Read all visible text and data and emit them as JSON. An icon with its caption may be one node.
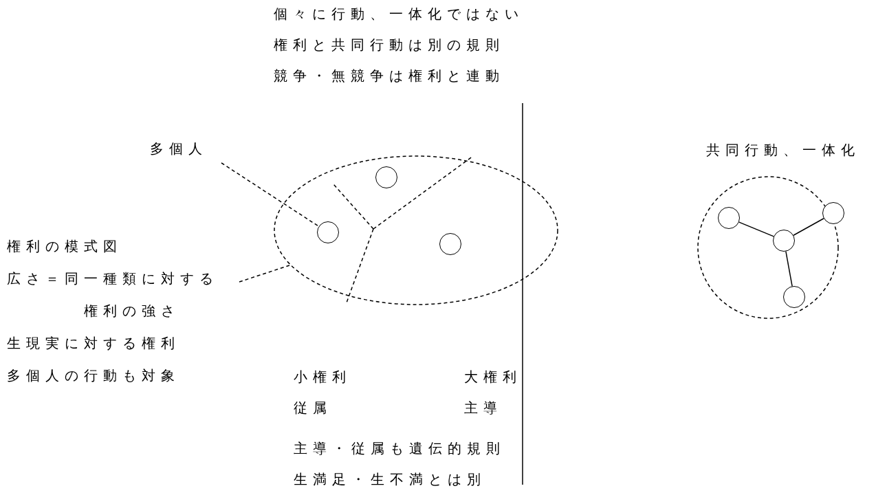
{
  "diagram": {
    "nodes": [
      {
        "text": [],
        "shape": "ellipse"
      },
      {
        "text": [],
        "shape": "circle",
        "in": 0
      },
      {
        "text": [],
        "shape": "circle",
        "in": 0
      },
      {
        "text": [],
        "shape": "circle",
        "in": 0
      },
      {
        "text": [
          "多個人"
        ]
      },
      {
        "text": [
          "権利の模式図",
          "広さ＝同一種類に対する権利の強さ",
          "生現実に対する権利",
          "多個人の行動も対象"
        ]
      },
      {
        "text": [
          "共同行動、一体化"
        ]
      },
      {
        "text": [],
        "shape": "circle",
        "in": 6
      },
      {
        "text": [],
        "shape": "circle",
        "in": 6
      },
      {
        "text": [],
        "shape": "circle",
        "in": 6
      },
      {
        "text": [],
        "shape": "circle",
        "in": 6
      }
    ],
    "edges": [
      {
        "from": 4,
        "to": 2,
        "arrow": "none",
        "style": "dashed"
      },
      {
        "from": 5,
        "to": 0,
        "arrow": "none",
        "style": "dashed"
      },
      {
        "from": 9,
        "to": 7,
        "arrow": "none"
      },
      {
        "from": 9,
        "to": 8,
        "arrow": "none"
      },
      {
        "from": 9,
        "to": 10,
        "arrow": "none"
      }
    ],
    "labels": [
      "個々に行動、一体化ではない",
      "権利と共同行動は別の規則",
      "競争・無競争は権利と連動",
      "小権利",
      "大権利",
      "従属",
      "主導",
      "主導・従属も遺伝的規則",
      "生満足・生不満とは別"
    ]
  }
}
